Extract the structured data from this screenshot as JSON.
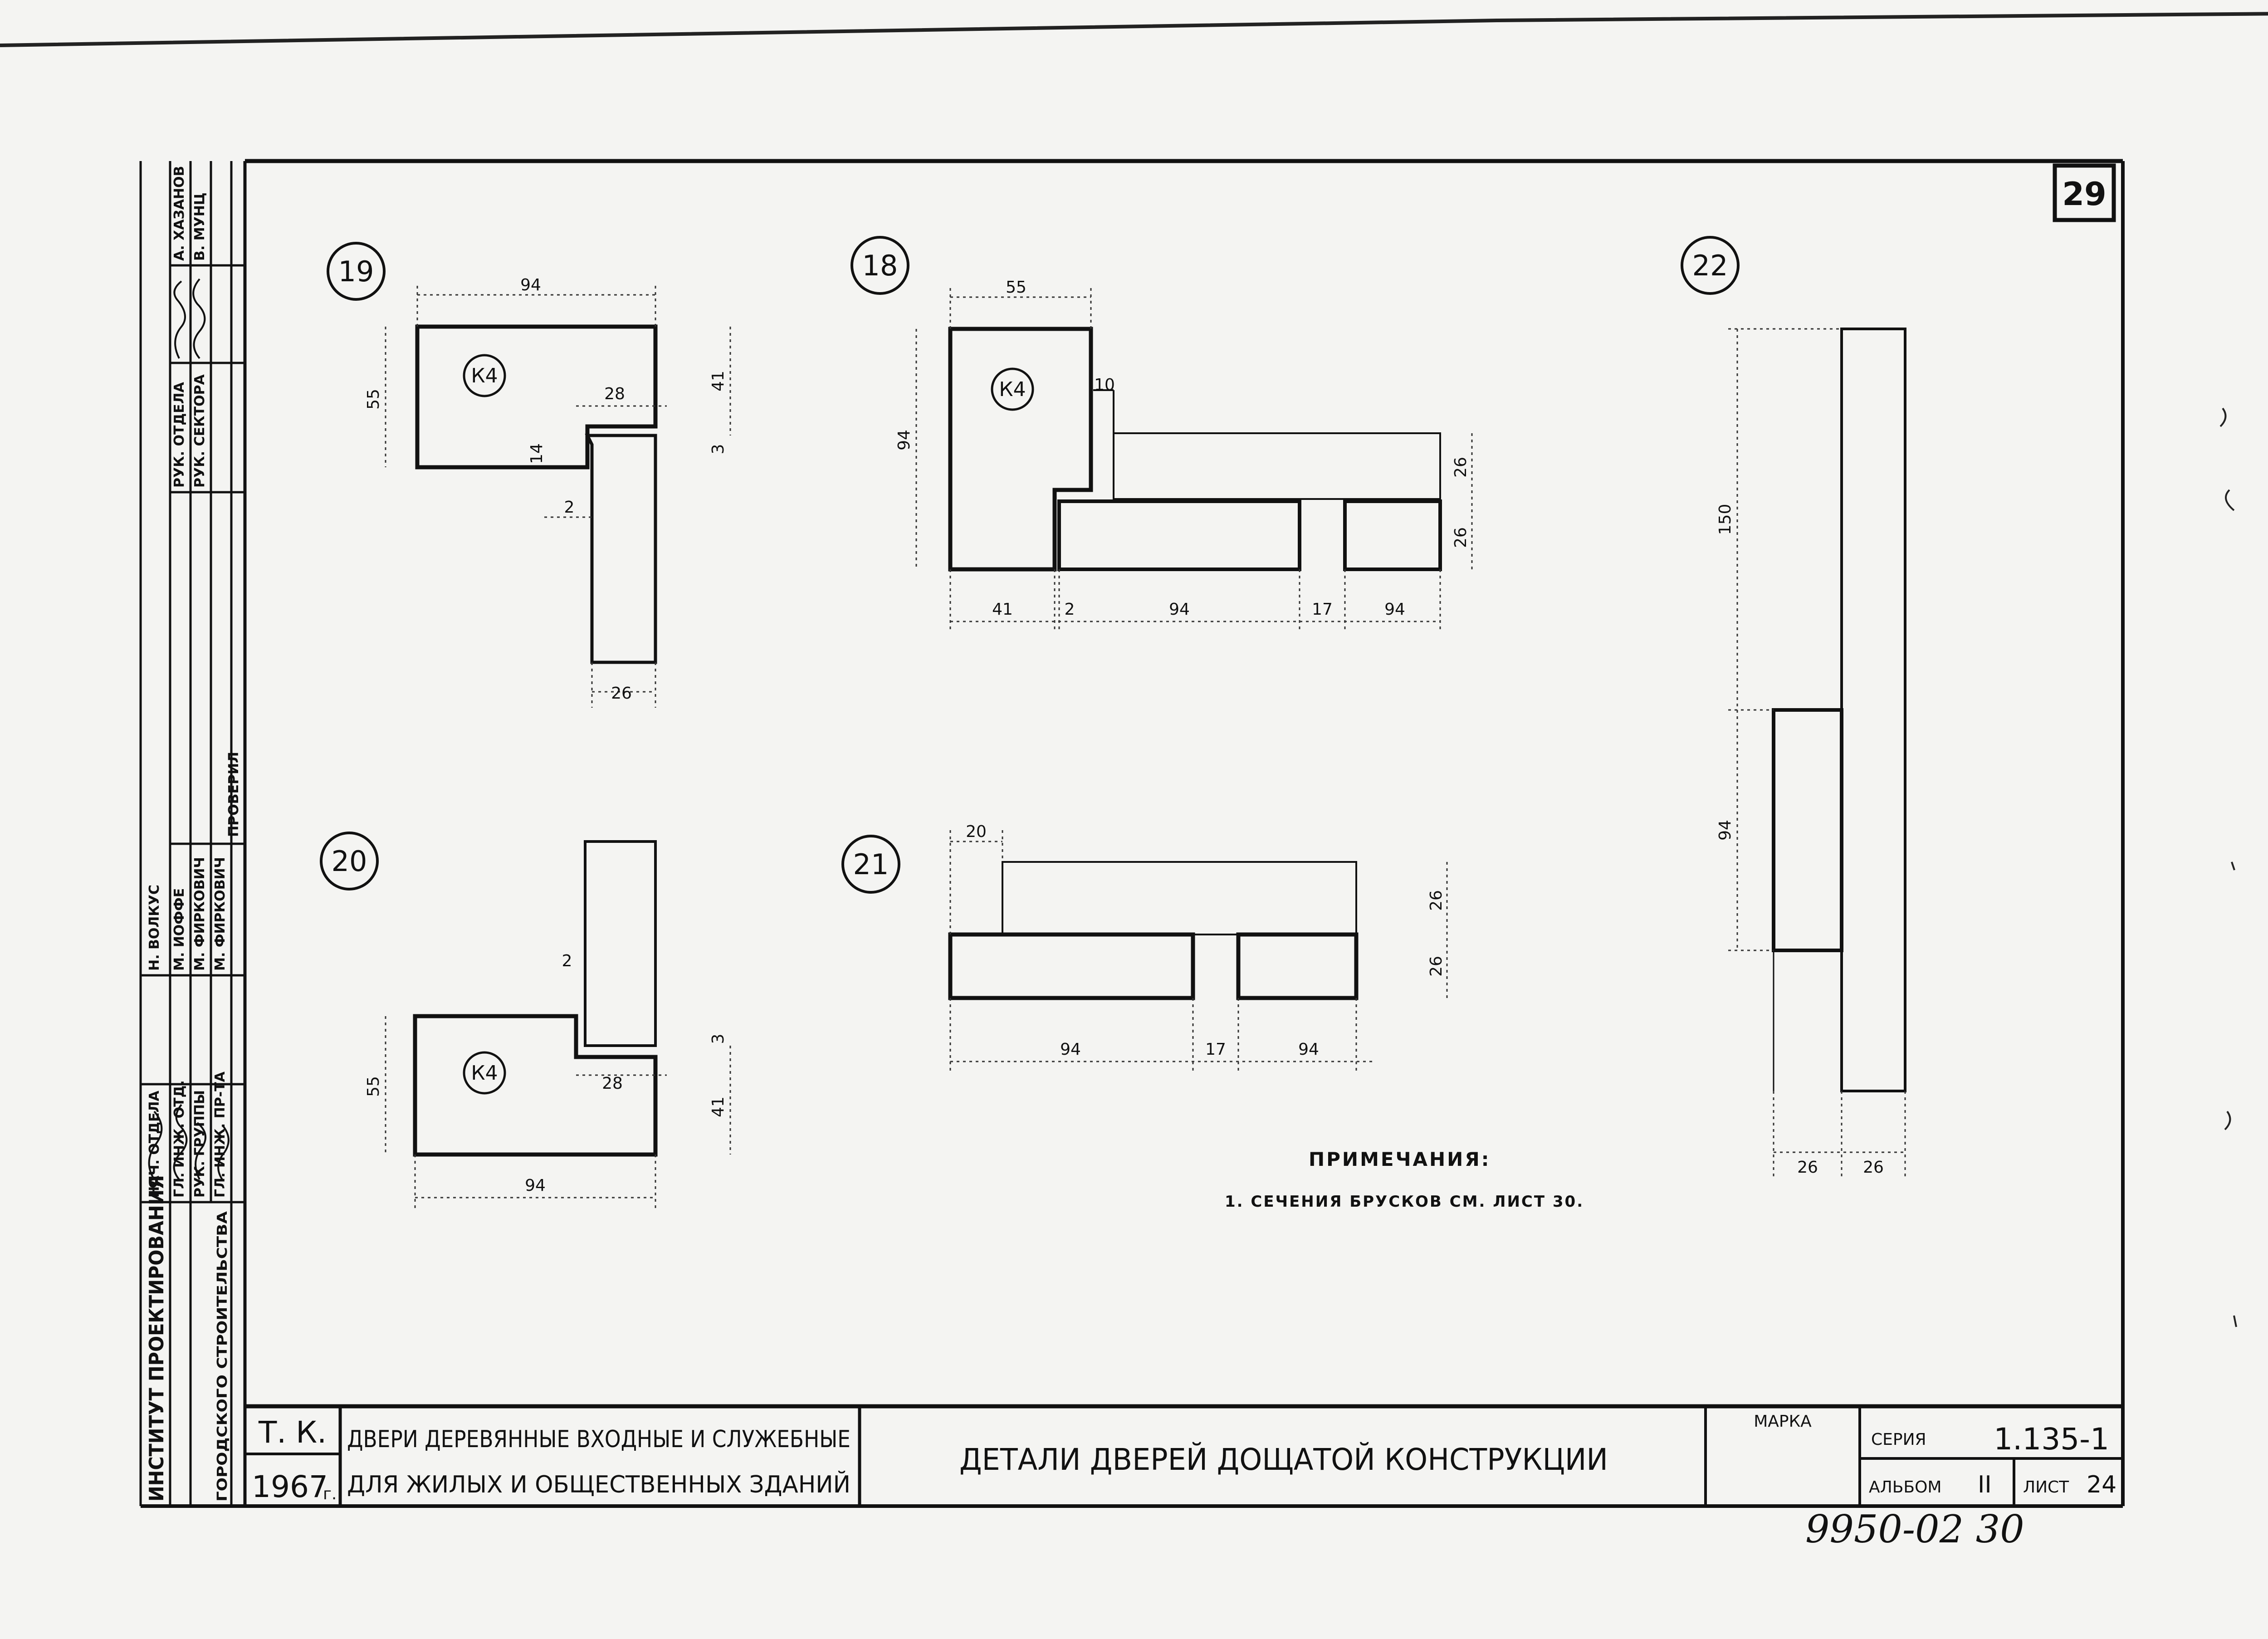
{
  "sheet": {
    "sheet_number": "29",
    "archive_number": "9950-02 30"
  },
  "title_block": {
    "org_code": "Т. К.",
    "year": "1967",
    "year_suffix": "г.",
    "project_title_line1": "ДВЕРИ ДЕРЕВЯННЫЕ ВХОДНЫЕ И СЛУЖЕБНЫЕ",
    "project_title_line2": "ДЛЯ ЖИЛЫХ И ОБЩЕСТВЕННЫХ ЗДАНИЙ",
    "drawing_title": "ДЕТАЛИ ДВЕРЕЙ ДОЩАТОЙ КОНСТРУКЦИИ",
    "marka_label": "МАРКА",
    "series_label": "СЕРИЯ",
    "series_value": "1.135-1",
    "album_label": "АЛЬБОМ",
    "album_value": "II",
    "list_label": "ЛИСТ",
    "list_value": "24"
  },
  "side_stamp": {
    "institute_line1": "ИНСТИТУТ ПРОЕКТИРОВАНИЯ",
    "institute_line2": "ГОРОДСКОГО СТРОИТЕЛЬСТВА",
    "upper_roles": [
      "РУК. ОТДЕЛА",
      "РУК. СЕКТОРА"
    ],
    "upper_names": [
      "А. ХАЗАНОВ",
      "В. МУНЦ"
    ],
    "lower_roles": [
      "НАЧ. ОТДЕЛА",
      "ГЛ. ИНЖ. ОТД.",
      "РУК. ГРУППЫ",
      "ГЛ. ИНЖ. ПР-ТА"
    ],
    "lower_names": [
      "Н. ВОЛКУС",
      "М. ИОФФЕ",
      "М. ФИРКОВИЧ",
      "М. ФИРКОВИЧ"
    ],
    "checked_label": "ПРОВЕРИЛ"
  },
  "notes": {
    "title": "ПРИМЕЧАНИЯ:",
    "item1": "1. СЕЧЕНИЯ БРУСКОВ СМ. ЛИСТ 30."
  },
  "details": {
    "d19": {
      "label": "19",
      "profile": "К4",
      "dims": {
        "top": "94",
        "left": "55",
        "right": "41",
        "step": "28",
        "gap": "3",
        "lip": "14",
        "offset": "2",
        "bottom": "26"
      }
    },
    "d18": {
      "label": "18",
      "profile": "К4",
      "dims": {
        "top": "55",
        "left": "94",
        "notch": "10",
        "right_upper": "26",
        "right_lower": "26",
        "b1": "41",
        "b2": "2",
        "b3": "94",
        "b4": "17",
        "b5": "94"
      }
    },
    "d20": {
      "label": "20",
      "profile": "К4",
      "dims": {
        "offset": "2",
        "gap": "3",
        "step": "28",
        "left": "55",
        "right": "41",
        "bottom": "94"
      }
    },
    "d21": {
      "label": "21",
      "dims": {
        "top": "20",
        "right_upper": "26",
        "right_lower": "26",
        "b1": "94",
        "b2": "17",
        "b3": "94"
      }
    },
    "d22": {
      "label": "22",
      "dims": {
        "upper": "150",
        "lower": "94",
        "b1": "26",
        "b2": "26"
      }
    }
  }
}
